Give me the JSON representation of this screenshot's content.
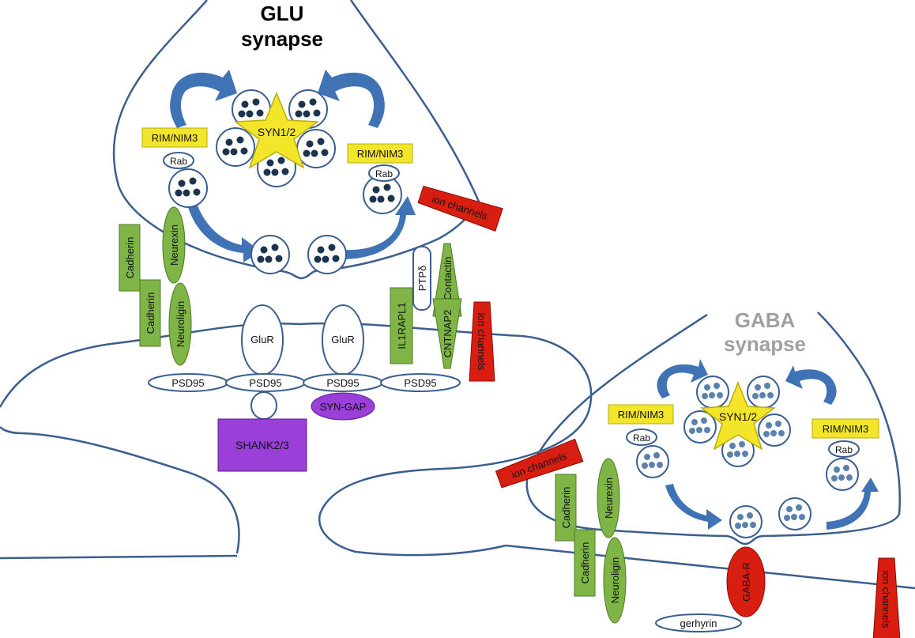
{
  "glu": {
    "title_line1": "GLU",
    "title_line2": "synapse",
    "syn": "SYN1/2",
    "rim_left": "RIM/NIM3",
    "rim_right": "RIM/NIM3",
    "rab_left": "Rab",
    "rab_right": "Rab",
    "ion_channels_top": "ion channels",
    "ion_channels_side": "ion channels",
    "cadherin_upper": "Cadherin",
    "cadherin_lower": "Cadherin",
    "neurexin": "Neurexin",
    "neuroligin": "Neuroligin",
    "ptp": "PTPδ",
    "contactin": "Contactin",
    "il1rapl1": "IL1RAPL1",
    "cntnap2": "CNTNAP2",
    "glur_left": "GluR",
    "glur_right": "GluR",
    "psd95": [
      "PSD95",
      "PSD95",
      "PSD95",
      "PSD95"
    ],
    "syn_gap": "SYN-GAP",
    "shank": "SHANK2/3"
  },
  "gaba": {
    "title_line1": "GABA",
    "title_line2": "synapse",
    "syn": "SYN1/2",
    "rim_left": "RIM/NIM3",
    "rim_right": "RIM/NIM3",
    "rab_left": "Rab",
    "rab_right": "Rab",
    "ion_channels_left": "ion channels",
    "ion_channels_right": "ion channels",
    "cadherin_upper": "Cadherin",
    "cadherin_lower": "Cadherin",
    "neurexin": "Neurexin",
    "neuroligin": "Neuroligin",
    "gaba_r": "GABA-R",
    "gephyrin": "gerhyrin"
  },
  "colors": {
    "membrane": "#3a5f8f",
    "arrow": "#3f73b5",
    "rim": "#f2e52a",
    "adhesion": "#7fb546",
    "ion_channel": "#d81e10",
    "scaffold": "#9a3fd8",
    "gaba_title": "#a0a0a0"
  }
}
